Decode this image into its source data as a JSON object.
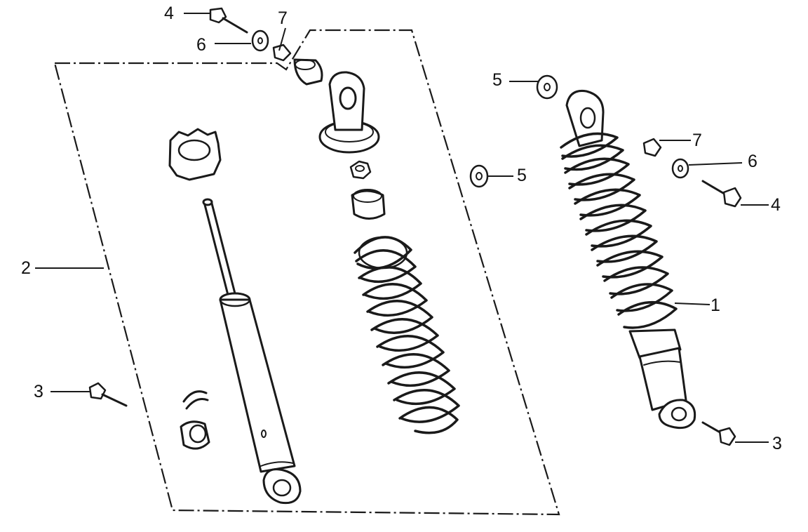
{
  "callouts": {
    "c1": "1",
    "c2": "2",
    "c3_left": "3",
    "c3_right": "3",
    "c4_top": "4",
    "c4_right": "4",
    "c5_top": "5",
    "c5_mid": "5",
    "c6_top": "6",
    "c6_right": "6",
    "c7_top": "7",
    "c7_right": "7"
  }
}
